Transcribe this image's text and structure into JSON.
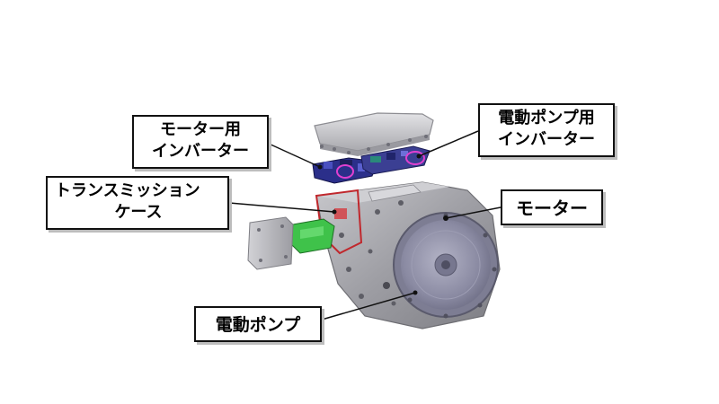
{
  "callouts": {
    "motor_inverter": {
      "line1": "モーター用",
      "line2": "インバーター"
    },
    "pump_inverter": {
      "line1": "電動ポンプ用",
      "line2": "インバーター"
    },
    "transmission_case": {
      "line1": "トランスミッション",
      "line2": "ケース"
    },
    "motor": {
      "label": "モーター"
    },
    "electric_pump": {
      "label": "電動ポンプ"
    }
  },
  "colors": {
    "housing": "#a9a9ad",
    "motor_face": "#8f8fa8",
    "case_outline": "#c0282d",
    "motor_inverter": "#2b2f8a",
    "pump_inverter": "#3b3f93",
    "highlight_ring": "#e040d0",
    "green_module": "#3fc24a",
    "cover": "#c9c9cc"
  }
}
